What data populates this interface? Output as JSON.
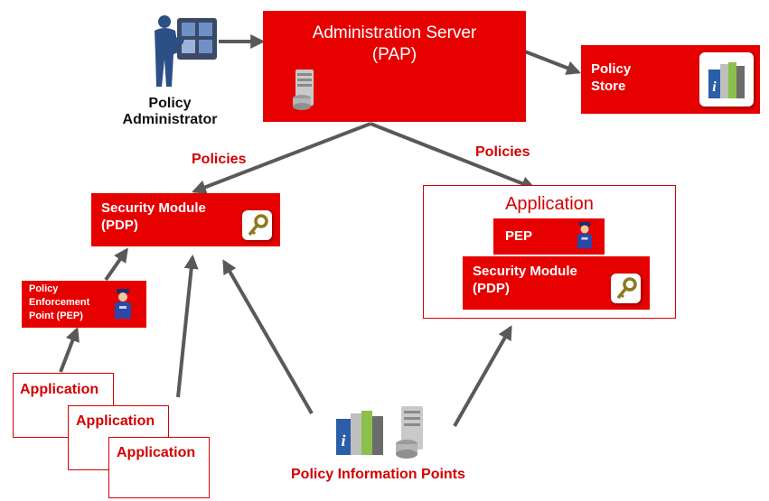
{
  "admin_server": {
    "line1": "Administration Server",
    "line2": "(PAP)"
  },
  "policy_store": {
    "line1": "Policy",
    "line2": "Store"
  },
  "policy_admin": {
    "line1": "Policy",
    "line2": "Administrator"
  },
  "policies_left": "Policies",
  "policies_right": "Policies",
  "sm_left": {
    "line1": "Security Module",
    "line2": "(PDP)"
  },
  "pep_left": {
    "line1": "Policy",
    "line2": "Enforcement",
    "line3": "Point (PEP)"
  },
  "app_boxes": [
    "Application",
    "Application",
    "Application"
  ],
  "app_container": {
    "title": "Application",
    "pep": "PEP",
    "sm_line1": "Security Module",
    "sm_line2": "(PDP)"
  },
  "pip_label": "Policy Information Points",
  "icons": [
    "server-icon",
    "info-books-icon",
    "key-icon",
    "guard-icon",
    "administrator-icon",
    "servers-icon"
  ],
  "colors": {
    "red": "#e60000",
    "dark_red_text": "#d40000",
    "arrow": "#595959"
  }
}
